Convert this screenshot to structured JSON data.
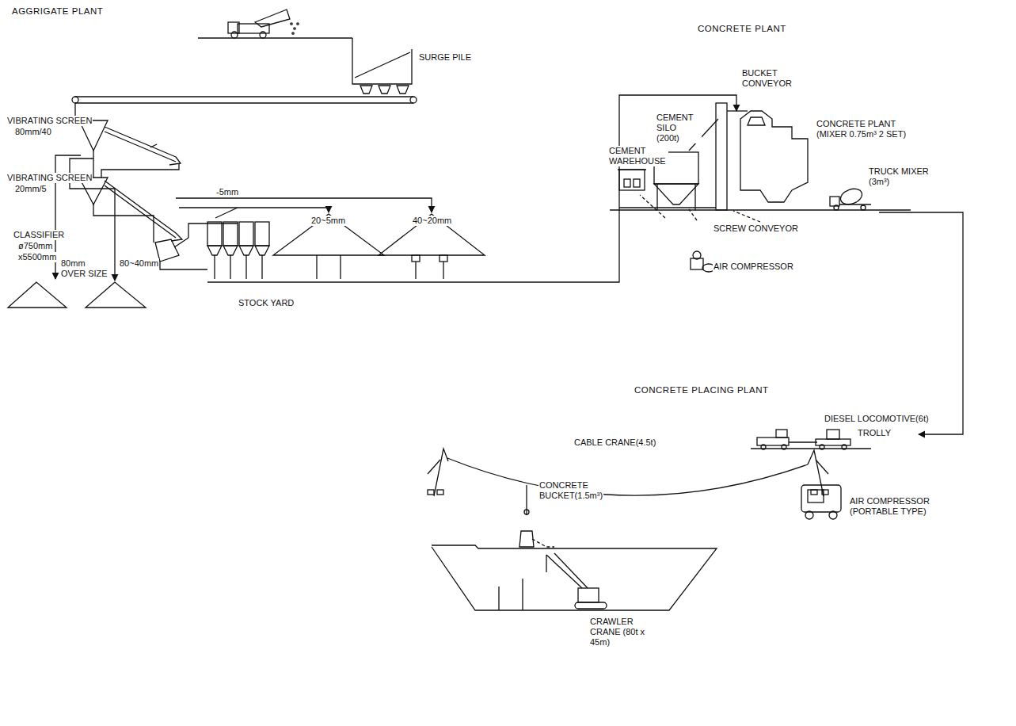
{
  "diagram": {
    "labels": [
      "AGGRIGATE PLANT",
      "SURGE PILE",
      "VIBRATING SCREEN",
      "80mm/40",
      "VIBRATING SCREEN",
      "20mm/5",
      "CLASSIFIER",
      "ø750mm",
      "x5500mm",
      "-5mm",
      "20~5mm",
      "40~20mm",
      "80mm OVER SIZE",
      "80~40mm",
      "STOCK YARD",
      "CONCRETE PLANT",
      "BUCKET CONVEYOR",
      "CEMENT SILO (200t)",
      "CEMENT WAREHOUSE",
      "CONCRETE PLANT (MIXER 0.75m³ 2 SET)",
      "TRUCK MIXER (3m³)",
      "SCREW CONVEYOR",
      "AIR COMPRESSOR",
      "CONCRETE PLACING PLANT",
      "CABLE CRANE(4.5t)",
      "CONCRETE BUCKET(1.5m³)",
      "DIESEL LOCOMOTIVE(6t)",
      "TROLLY",
      "AIR COMPRESSOR (PORTABLE TYPE)",
      "CRAWLER CRANE (80t x 45m)"
    ]
  }
}
